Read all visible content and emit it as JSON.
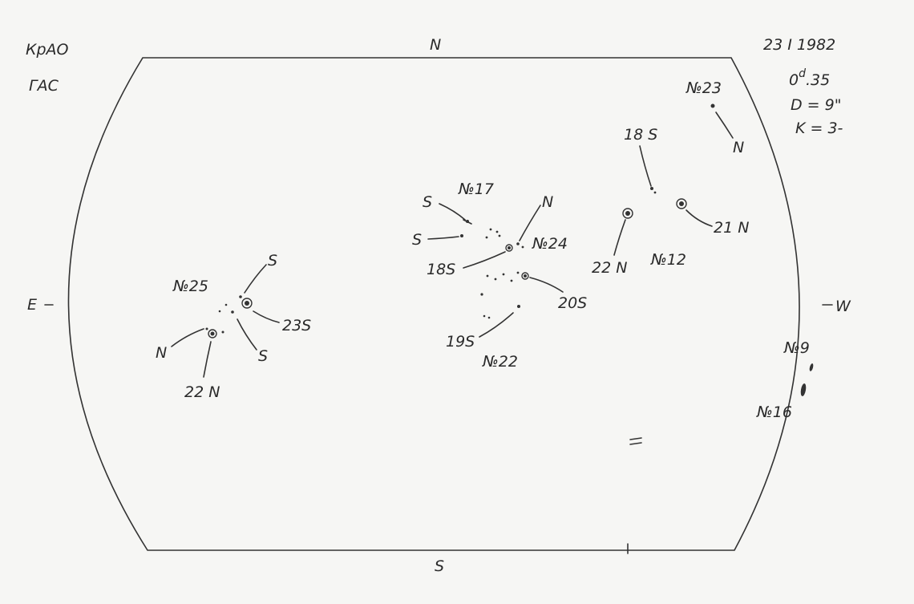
{
  "header": {
    "observatory": "КрАО",
    "instrument": "ГАС",
    "date": "23 I 1982",
    "time_base": "0",
    "time_sup": "d",
    "time_frac": ".35",
    "diameter": "D = 9\"",
    "quality": "K = 3-"
  },
  "directions": {
    "north": "N",
    "south": "S",
    "east": "E",
    "west": "W"
  },
  "groups": {
    "g25": {
      "number": "№25",
      "labels": [
        "S",
        "23S",
        "S",
        "N",
        "22 N"
      ]
    },
    "g17": {
      "number": "№17",
      "labels": [
        "S",
        "S"
      ]
    },
    "g24": {
      "number": "№24",
      "labels": [
        "N",
        "18S"
      ]
    },
    "g22": {
      "number": "№22",
      "labels": [
        "20S",
        "19S"
      ]
    },
    "g12": {
      "number": "№12",
      "labels": [
        "18 S",
        "22 N",
        "21 N"
      ]
    },
    "g23": {
      "number": "№23",
      "labels": [
        "N"
      ]
    },
    "g9": {
      "number": "№9"
    },
    "g16": {
      "number": "№16"
    }
  },
  "colors": {
    "ink": "#333333",
    "paper": "#f6f6f4"
  }
}
